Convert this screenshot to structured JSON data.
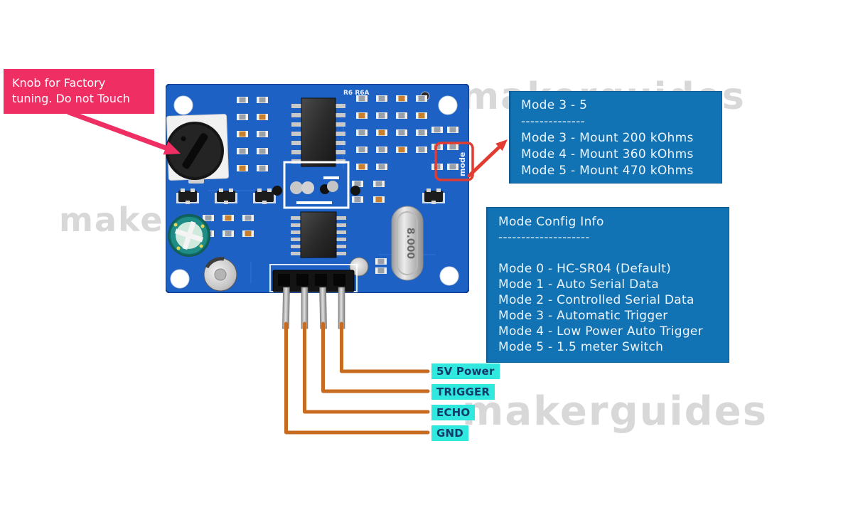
{
  "knob_callout": {
    "text": "Knob for Factory tuning. Do not Touch"
  },
  "mode_range_box": {
    "title": "Mode 3 - 5",
    "divider": "--------------",
    "lines": [
      "Mode 3 - Mount 200 kOhms",
      "Mode 4 - Mount 360 kOhms",
      "Mode 5 - Mount 470 kOhms"
    ]
  },
  "mode_config_box": {
    "title": "Mode Config Info",
    "divider": "--------------------",
    "lines": [
      "Mode 0 - HC-SR04 (Default)",
      "Mode 1 - Auto Serial Data",
      "Mode 2 - Controlled Serial Data",
      "Mode 3 - Automatic Trigger",
      "Mode 4 - Low Power Auto Trigger",
      "Mode 5 - 1.5 meter Switch"
    ]
  },
  "pin_labels": [
    {
      "label": "5V Power"
    },
    {
      "label": "TRIGGER"
    },
    {
      "label": "ECHO"
    },
    {
      "label": "GND"
    }
  ],
  "board": {
    "crystal_label": "8.000",
    "mode_silkscreen": "mode",
    "silkscreen_top": "R6  R6A"
  },
  "watermark": {
    "text": "makerguides"
  },
  "colors": {
    "callout_pink": "#EF2F63",
    "info_blue": "#1172B4",
    "pin_label_cyan": "#31E8DF",
    "pin_label_text": "#123A6B",
    "wire_orange": "#C76B21",
    "highlight_red": "#E23B30",
    "board_blue": "#1D61C4",
    "watermark_gray": "#CFCFCF"
  }
}
